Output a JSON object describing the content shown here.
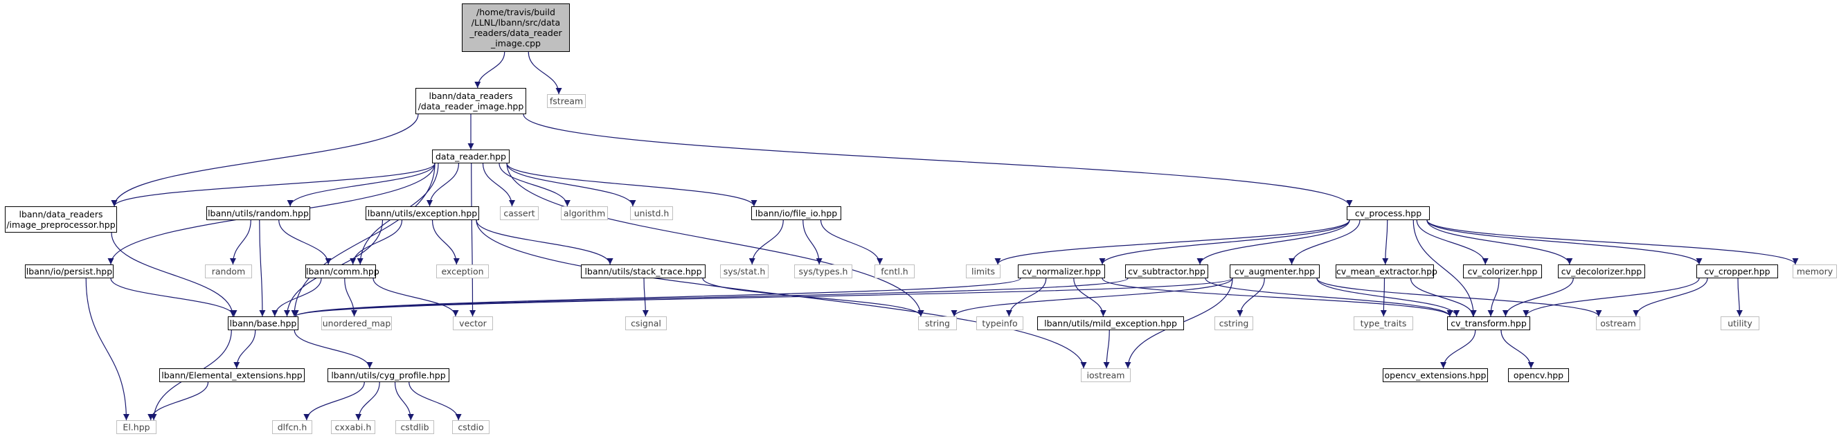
{
  "graph": {
    "colors": {
      "edge": "#191970",
      "node_border": "#000000",
      "external_border": "#bfbfbf",
      "root_fill": "#bfbfbf",
      "background": "#ffffff"
    },
    "nodes": [
      {
        "id": "root",
        "label": "/home/travis/build\n/LLNL/lbann/src/data\n_readers/data_reader\n_image.cpp",
        "kind": "root"
      },
      {
        "id": "data_reader_image_hpp",
        "label": "lbann/data_readers\n/data_reader_image.hpp",
        "kind": "internal"
      },
      {
        "id": "fstream",
        "label": "fstream",
        "kind": "external"
      },
      {
        "id": "data_reader_hpp",
        "label": "data_reader.hpp",
        "kind": "internal"
      },
      {
        "id": "image_preprocessor_hpp",
        "label": "lbann/data_readers\n/image_preprocessor.hpp",
        "kind": "internal"
      },
      {
        "id": "persist_hpp",
        "label": "lbann/io/persist.hpp",
        "kind": "internal"
      },
      {
        "id": "random_hpp",
        "label": "lbann/utils/random.hpp",
        "kind": "internal"
      },
      {
        "id": "exception_hpp",
        "label": "lbann/utils/exception.hpp",
        "kind": "internal"
      },
      {
        "id": "cassert",
        "label": "cassert",
        "kind": "external"
      },
      {
        "id": "algorithm",
        "label": "algorithm",
        "kind": "external"
      },
      {
        "id": "unistd_h",
        "label": "unistd.h",
        "kind": "external"
      },
      {
        "id": "file_io_hpp",
        "label": "lbann/io/file_io.hpp",
        "kind": "internal"
      },
      {
        "id": "random",
        "label": "random",
        "kind": "external"
      },
      {
        "id": "comm_hpp",
        "label": "lbann/comm.hpp",
        "kind": "internal"
      },
      {
        "id": "exception",
        "label": "exception",
        "kind": "external"
      },
      {
        "id": "stack_trace_hpp",
        "label": "lbann/utils/stack_trace.hpp",
        "kind": "internal"
      },
      {
        "id": "sys_stat_h",
        "label": "sys/stat.h",
        "kind": "external"
      },
      {
        "id": "sys_types_h",
        "label": "sys/types.h",
        "kind": "external"
      },
      {
        "id": "fcntl_h",
        "label": "fcntl.h",
        "kind": "external"
      },
      {
        "id": "base_hpp",
        "label": "lbann/base.hpp",
        "kind": "internal"
      },
      {
        "id": "unordered_map",
        "label": "unordered_map",
        "kind": "external"
      },
      {
        "id": "vector",
        "label": "vector",
        "kind": "external"
      },
      {
        "id": "csignal",
        "label": "csignal",
        "kind": "external"
      },
      {
        "id": "string",
        "label": "string",
        "kind": "external"
      },
      {
        "id": "elemental_ext_hpp",
        "label": "lbann/Elemental_extensions.hpp",
        "kind": "internal"
      },
      {
        "id": "cyg_profile_hpp",
        "label": "lbann/utils/cyg_profile.hpp",
        "kind": "internal"
      },
      {
        "id": "el_hpp",
        "label": "El.hpp",
        "kind": "external"
      },
      {
        "id": "dlfcn_h",
        "label": "dlfcn.h",
        "kind": "external"
      },
      {
        "id": "cxxabi_h",
        "label": "cxxabi.h",
        "kind": "external"
      },
      {
        "id": "cstdlib",
        "label": "cstdlib",
        "kind": "external"
      },
      {
        "id": "cstdio",
        "label": "cstdio",
        "kind": "external"
      },
      {
        "id": "cv_process_hpp",
        "label": "cv_process.hpp",
        "kind": "internal"
      },
      {
        "id": "limits",
        "label": "limits",
        "kind": "external"
      },
      {
        "id": "cv_normalizer_hpp",
        "label": "cv_normalizer.hpp",
        "kind": "internal"
      },
      {
        "id": "cv_subtractor_hpp",
        "label": "cv_subtractor.hpp",
        "kind": "internal"
      },
      {
        "id": "cv_augmenter_hpp",
        "label": "cv_augmenter.hpp",
        "kind": "internal"
      },
      {
        "id": "cv_mean_extractor_hpp",
        "label": "cv_mean_extractor.hpp",
        "kind": "internal"
      },
      {
        "id": "cv_colorizer_hpp",
        "label": "cv_colorizer.hpp",
        "kind": "internal"
      },
      {
        "id": "cv_decolorizer_hpp",
        "label": "cv_decolorizer.hpp",
        "kind": "internal"
      },
      {
        "id": "cv_cropper_hpp",
        "label": "cv_cropper.hpp",
        "kind": "internal"
      },
      {
        "id": "memory",
        "label": "memory",
        "kind": "external"
      },
      {
        "id": "typeinfo",
        "label": "typeinfo",
        "kind": "external"
      },
      {
        "id": "mild_exception_hpp",
        "label": "lbann/utils/mild_exception.hpp",
        "kind": "internal"
      },
      {
        "id": "cstring",
        "label": "cstring",
        "kind": "external"
      },
      {
        "id": "type_traits",
        "label": "type_traits",
        "kind": "external"
      },
      {
        "id": "cv_transform_hpp",
        "label": "cv_transform.hpp",
        "kind": "internal"
      },
      {
        "id": "ostream",
        "label": "ostream",
        "kind": "external"
      },
      {
        "id": "utility",
        "label": "utility",
        "kind": "external"
      },
      {
        "id": "iostream",
        "label": "iostream",
        "kind": "external"
      },
      {
        "id": "opencv_extensions_hpp",
        "label": "opencv_extensions.hpp",
        "kind": "internal"
      },
      {
        "id": "opencv_hpp",
        "label": "opencv.hpp",
        "kind": "internal"
      }
    ],
    "edges": [
      [
        "root",
        "data_reader_image_hpp"
      ],
      [
        "root",
        "fstream"
      ],
      [
        "data_reader_image_hpp",
        "data_reader_hpp"
      ],
      [
        "data_reader_image_hpp",
        "image_preprocessor_hpp"
      ],
      [
        "data_reader_image_hpp",
        "cv_process_hpp"
      ],
      [
        "data_reader_hpp",
        "image_preprocessor_hpp"
      ],
      [
        "data_reader_hpp",
        "persist_hpp"
      ],
      [
        "data_reader_hpp",
        "base_hpp"
      ],
      [
        "data_reader_hpp",
        "random_hpp"
      ],
      [
        "data_reader_hpp",
        "comm_hpp"
      ],
      [
        "data_reader_hpp",
        "exception_hpp"
      ],
      [
        "data_reader_hpp",
        "cassert"
      ],
      [
        "data_reader_hpp",
        "algorithm"
      ],
      [
        "data_reader_hpp",
        "unistd_h"
      ],
      [
        "data_reader_hpp",
        "file_io_hpp"
      ],
      [
        "data_reader_hpp",
        "vector"
      ],
      [
        "data_reader_hpp",
        "string"
      ],
      [
        "image_preprocessor_hpp",
        "base_hpp"
      ],
      [
        "persist_hpp",
        "base_hpp"
      ],
      [
        "persist_hpp",
        "el_hpp"
      ],
      [
        "random_hpp",
        "random"
      ],
      [
        "random_hpp",
        "comm_hpp"
      ],
      [
        "random_hpp",
        "base_hpp"
      ],
      [
        "exception_hpp",
        "comm_hpp"
      ],
      [
        "exception_hpp",
        "base_hpp"
      ],
      [
        "exception_hpp",
        "exception"
      ],
      [
        "exception_hpp",
        "stack_trace_hpp"
      ],
      [
        "exception_hpp",
        "iostream"
      ],
      [
        "file_io_hpp",
        "sys_stat_h"
      ],
      [
        "file_io_hpp",
        "sys_types_h"
      ],
      [
        "file_io_hpp",
        "fcntl_h"
      ],
      [
        "comm_hpp",
        "base_hpp"
      ],
      [
        "comm_hpp",
        "unordered_map"
      ],
      [
        "comm_hpp",
        "vector"
      ],
      [
        "stack_trace_hpp",
        "csignal"
      ],
      [
        "stack_trace_hpp",
        "string"
      ],
      [
        "base_hpp",
        "el_hpp"
      ],
      [
        "base_hpp",
        "elemental_ext_hpp"
      ],
      [
        "base_hpp",
        "cyg_profile_hpp"
      ],
      [
        "elemental_ext_hpp",
        "el_hpp"
      ],
      [
        "cyg_profile_hpp",
        "dlfcn_h"
      ],
      [
        "cyg_profile_hpp",
        "cxxabi_h"
      ],
      [
        "cyg_profile_hpp",
        "cstdlib"
      ],
      [
        "cyg_profile_hpp",
        "cstdio"
      ],
      [
        "cv_process_hpp",
        "limits"
      ],
      [
        "cv_process_hpp",
        "cv_normalizer_hpp"
      ],
      [
        "cv_process_hpp",
        "cv_subtractor_hpp"
      ],
      [
        "cv_process_hpp",
        "cv_augmenter_hpp"
      ],
      [
        "cv_process_hpp",
        "cv_mean_extractor_hpp"
      ],
      [
        "cv_process_hpp",
        "cv_colorizer_hpp"
      ],
      [
        "cv_process_hpp",
        "cv_decolorizer_hpp"
      ],
      [
        "cv_process_hpp",
        "cv_cropper_hpp"
      ],
      [
        "cv_process_hpp",
        "memory"
      ],
      [
        "cv_process_hpp",
        "cv_transform_hpp"
      ],
      [
        "cv_normalizer_hpp",
        "base_hpp"
      ],
      [
        "cv_normalizer_hpp",
        "typeinfo"
      ],
      [
        "cv_normalizer_hpp",
        "mild_exception_hpp"
      ],
      [
        "cv_normalizer_hpp",
        "cv_transform_hpp"
      ],
      [
        "cv_subtractor_hpp",
        "base_hpp"
      ],
      [
        "cv_subtractor_hpp",
        "cv_transform_hpp"
      ],
      [
        "cv_augmenter_hpp",
        "base_hpp"
      ],
      [
        "cv_augmenter_hpp",
        "string"
      ],
      [
        "cv_augmenter_hpp",
        "cstring"
      ],
      [
        "cv_augmenter_hpp",
        "iostream"
      ],
      [
        "cv_augmenter_hpp",
        "ostream"
      ],
      [
        "cv_augmenter_hpp",
        "cv_transform_hpp"
      ],
      [
        "cv_mean_extractor_hpp",
        "type_traits"
      ],
      [
        "cv_mean_extractor_hpp",
        "cv_transform_hpp"
      ],
      [
        "cv_colorizer_hpp",
        "cv_transform_hpp"
      ],
      [
        "cv_decolorizer_hpp",
        "cv_transform_hpp"
      ],
      [
        "cv_cropper_hpp",
        "cv_transform_hpp"
      ],
      [
        "cv_cropper_hpp",
        "ostream"
      ],
      [
        "cv_cropper_hpp",
        "utility"
      ],
      [
        "mild_exception_hpp",
        "iostream"
      ],
      [
        "cv_transform_hpp",
        "opencv_extensions_hpp"
      ],
      [
        "cv_transform_hpp",
        "opencv_hpp"
      ]
    ]
  }
}
